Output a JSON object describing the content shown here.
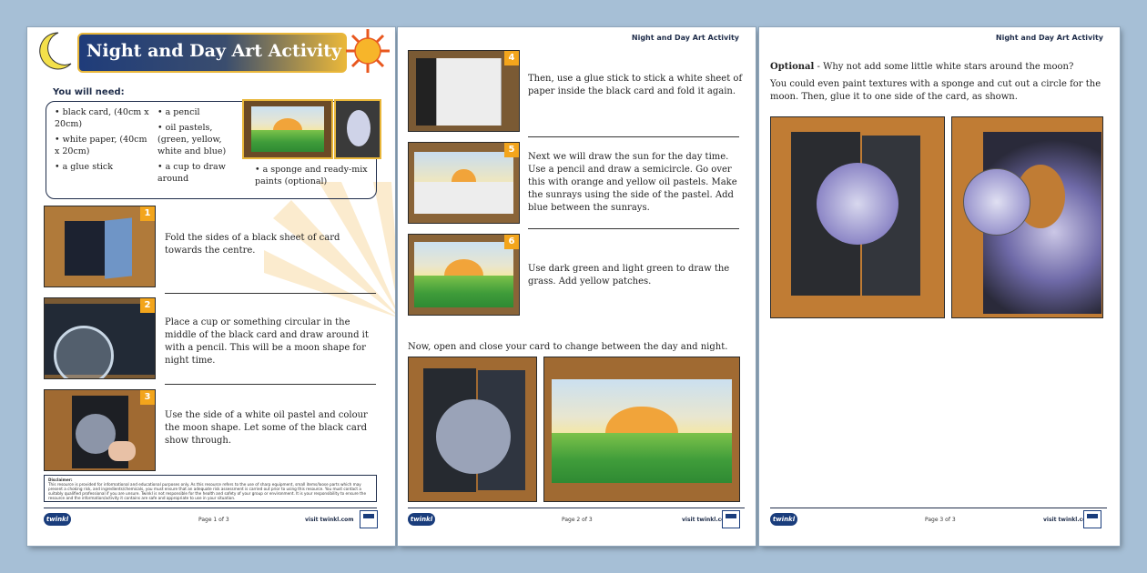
{
  "page1": {
    "title": "Night and Day Art Activity",
    "need_heading": "You will need:",
    "materials_col1": [
      "black card, (40cm x 20cm)",
      "white paper, (40cm x 20cm)",
      "a glue stick"
    ],
    "materials_col2": [
      "a pencil",
      "oil pastels, (green, yellow, white and blue)",
      "a cup to draw around"
    ],
    "materials_col3": [
      "a sponge and ready-mix paints (optional)"
    ],
    "steps": [
      {
        "n": "1",
        "text": "Fold the sides of a black sheet of card towards the centre."
      },
      {
        "n": "2",
        "text": "Place a cup or something circular in the middle of the black card and draw around it with a pencil. This will be a moon shape for night time."
      },
      {
        "n": "3",
        "text": "Use the side of a white oil pastel and colour the moon shape. Let some of the black card show through."
      }
    ],
    "disclaimer_title": "Disclaimer:",
    "disclaimer": "This resource is provided for informational and educational purposes only. As this resource refers to the use of sharp equipment, small items/loose parts which may present a choking risk, and ingredients/chemicals, you must ensure that an adequate risk assessment is carried out prior to using this resource. You must contact a suitably qualified professional if you are unsure. Twinkl is not responsible for the health and safety of your group or environment. It is your responsibility to ensure the resource and the information/activity it contains are safe and appropriate to use in your situation.",
    "page_no": "Page 1 of 3"
  },
  "page2": {
    "header": "Night and Day Art Activity",
    "steps": [
      {
        "n": "4",
        "text": "Then, use a glue stick to stick a white sheet of paper inside the black card and fold it again."
      },
      {
        "n": "5",
        "text": "Next we will draw the sun for the day time. Use a pencil and draw a semicircle. Go over this with orange and yellow oil pastels. Make the sunrays using the side of the pastel. Add blue between the sunrays."
      },
      {
        "n": "6",
        "text": "Use dark green and light green to draw the grass. Add yellow patches."
      }
    ],
    "closing": "Now, open and close your card to change between the day and night.",
    "page_no": "Page 2 of 3"
  },
  "page3": {
    "header": "Night and Day Art Activity",
    "optional_label": "Optional",
    "optional_text": " - Why not add some little white stars around the moon?",
    "extra_text": "You could even paint textures with a sponge and cut out a circle for the moon. Then, glue it to one side of the card, as shown.",
    "page_no": "Page 3 of 3"
  },
  "footer": {
    "logo": "twinkl",
    "visit": "visit twinkl.com"
  },
  "colors": {
    "title_bg_start": "#1f3c7a",
    "title_bg_end": "#e9b73a",
    "number_badge": "#f3a51c",
    "navy": "#1f2d4a"
  }
}
